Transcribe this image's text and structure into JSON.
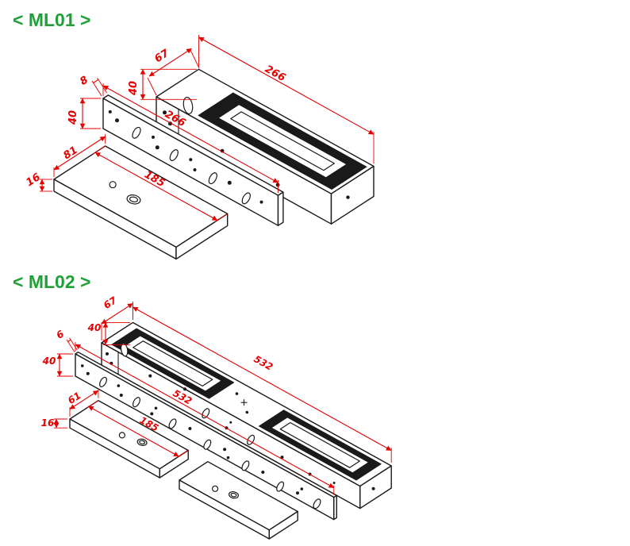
{
  "page": {
    "background": "#ffffff"
  },
  "colors": {
    "title_green": "#21a038",
    "dimension_red": "#e60000",
    "line_black": "#1a1a1a"
  },
  "ml01": {
    "title": "< ML01 >",
    "body": {
      "length": "266",
      "width": "67",
      "height": "40"
    },
    "bracket": {
      "length": "266",
      "height": "40",
      "thickness": "8"
    },
    "armature": {
      "length": "185",
      "width": "81",
      "thickness": "16"
    }
  },
  "ml02": {
    "title": "< ML02 >",
    "body": {
      "length": "532",
      "width": "67",
      "height": "40"
    },
    "bracket": {
      "length": "532",
      "height": "40",
      "thickness": "6"
    },
    "armature": {
      "length": "185",
      "width": "61",
      "thickness": "16"
    }
  }
}
